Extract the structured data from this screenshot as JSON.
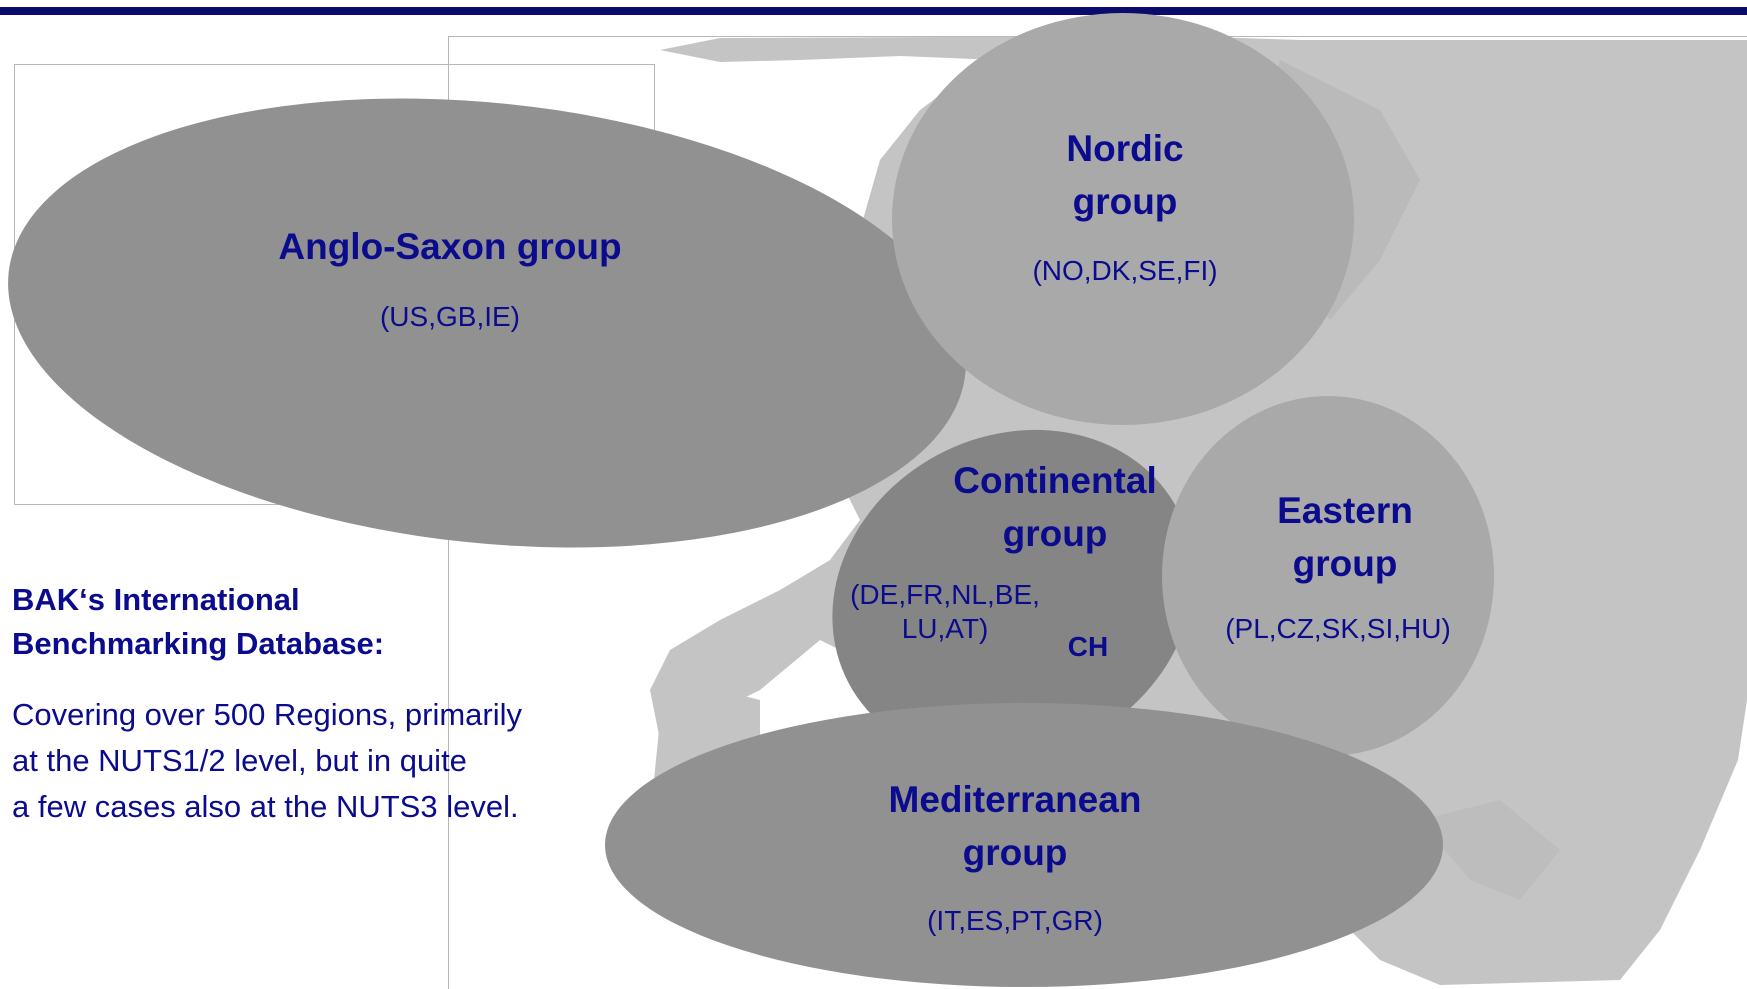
{
  "groups": {
    "anglo_saxon": {
      "title": "Anglo-Saxon group",
      "countries": "(US,GB,IE)"
    },
    "nordic": {
      "title_line1": "Nordic",
      "title_line2": "group",
      "countries": "(NO,DK,SE,FI)"
    },
    "continental": {
      "title_line1": "Continental",
      "title_line2": "group",
      "countries_line1": "(DE,FR,NL,BE,",
      "countries_line2": "LU,AT)",
      "extra": "CH"
    },
    "eastern": {
      "title_line1": "Eastern",
      "title_line2": "group",
      "countries": "(PL,CZ,SK,SI,HU)"
    },
    "mediterranean": {
      "title_line1": "Mediterranean",
      "title_line2": "group",
      "countries": "(IT,ES,PT,GR)"
    }
  },
  "sidebar": {
    "title_line1": "BAK‘s International",
    "title_line2": "Benchmarking Database:",
    "text_line1": "Covering over 500 Regions, primarily",
    "text_line2": "at the NUTS1/2 level, but in quite",
    "text_line3": "a few cases also at the NUTS3 level."
  },
  "colors": {
    "text": "#0b0b8e",
    "top_bar": "#0b0b6e",
    "map_land": "#c4c4c4",
    "ellipse_dark": "#919191",
    "ellipse_mid": "#858585",
    "ellipse_light": "#a9a9a9"
  }
}
